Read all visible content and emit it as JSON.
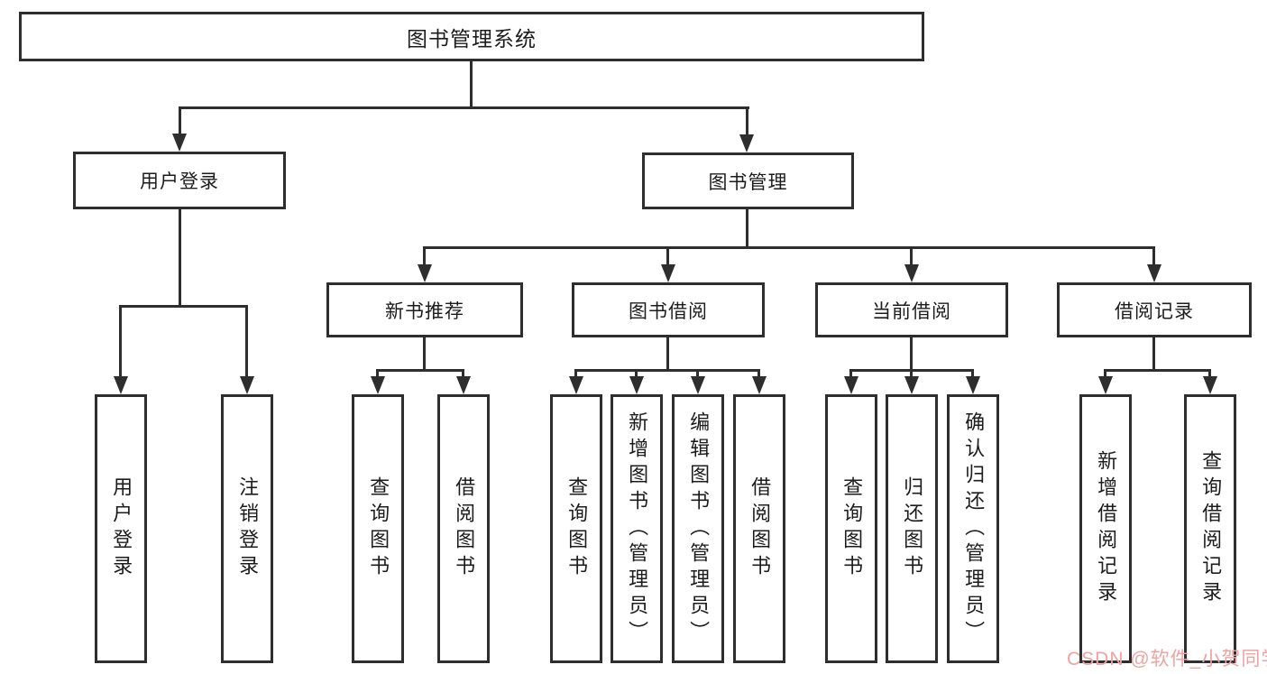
{
  "tree": {
    "root": {
      "label": "图书管理系统"
    },
    "level1": [
      {
        "label": "用户登录",
        "children": [
          {
            "label": "用户登录"
          },
          {
            "label": "注销登录"
          }
        ]
      },
      {
        "label": "图书管理",
        "children": [
          {
            "label": "新书推荐",
            "children": [
              {
                "label": "查询图书"
              },
              {
                "label": "借阅图书"
              }
            ]
          },
          {
            "label": "图书借阅",
            "children": [
              {
                "label": "查询图书"
              },
              {
                "label": "新增图书（管理员）"
              },
              {
                "label": "编辑图书（管理员）"
              },
              {
                "label": "借阅图书"
              }
            ]
          },
          {
            "label": "当前借阅",
            "children": [
              {
                "label": "查询图书"
              },
              {
                "label": "归还图书"
              },
              {
                "label": "确认归还（管理员）"
              }
            ]
          },
          {
            "label": "借阅记录",
            "children": [
              {
                "label": "新增借阅记录"
              },
              {
                "label": "查询借阅记录"
              }
            ]
          }
        ]
      }
    ]
  },
  "watermark": {
    "text": "CSDN @软件_小贺同学",
    "color": "#f0a2a2"
  },
  "colors": {
    "line": "#2e2e2e",
    "box_background": "#ffffff",
    "text": "#1c1c1c",
    "page_background": "#ffffff"
  }
}
